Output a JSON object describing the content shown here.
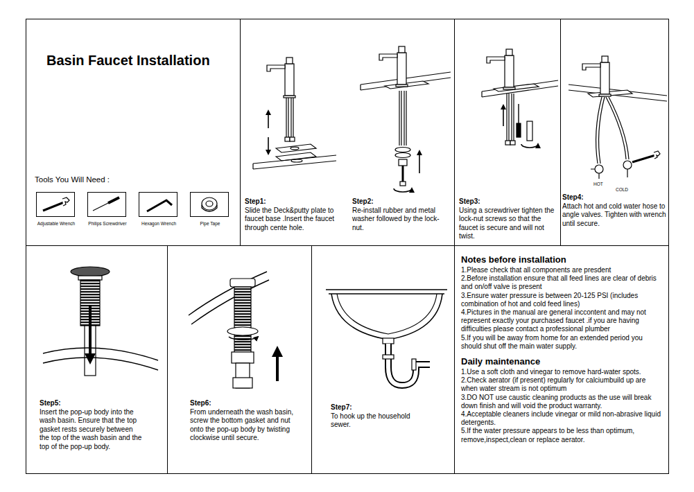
{
  "diagram": {
    "title": "Basin Faucet Installation",
    "nodes": [
      {
        "text": [
          "Tools You Will Need :"
        ]
      },
      {
        "text": [
          "Adjustable Wrench"
        ],
        "in": 0
      },
      {
        "text": [
          "Philips Screwdriver"
        ],
        "in": 0
      },
      {
        "text": [
          "Hexagon Wrench"
        ],
        "in": 0
      },
      {
        "text": [
          "Pipe Tape"
        ],
        "in": 0
      },
      {
        "text": [
          "Step1:",
          "Slide the Deck&putty plate to faucet base .Insert the faucet through cente hole."
        ]
      },
      {
        "text": [
          "Step2:",
          "Re-install rubber and metal washer followed by the lock-nut."
        ]
      },
      {
        "text": [
          "Step3:",
          "Using a screwdriver tighten the lock-nut screws so that the faucet is secure and will not twist."
        ]
      },
      {
        "text": [
          "Step4:",
          "Attach hot and cold water hose to angle valves. Tighten with wrench until secure."
        ]
      },
      {
        "text": [
          "Step5:",
          "Insert the pop-up body into the wash basin. Ensure that the top gasket rests securely between the top of the wash basin and the top of the pop-up body."
        ]
      },
      {
        "text": [
          "Step6:",
          "From underneath the wash basin, screw the bottom gasket and nut onto the pop-up body by twisting clockwise until secure."
        ]
      },
      {
        "text": [
          "Step7:",
          "To hook up the household sewer."
        ]
      },
      {
        "text": [
          "Notes before installation",
          "1.Please check that all components are presdent",
          "2.Before installation ensure that all feed lines are clear of debris and on/off valve is present",
          "3.Ensure water pressure is between 20-125 PSI (includes combination of hot and cold feed lines)",
          "4.Pictures in the manual are general inccontent and may not represent exactly your purchased faucet .if you are having difficulties please contact a professional plumber",
          "5.If you will be away from home for an extended period you should shut off the main water supply.",
          "Daily maintenance",
          "1.Use a soft cloth and vinegar to remove hard-water spots.",
          "2.Check aerator (if present) regularly for calciumbuild up are when water stream is not optimum",
          "3.DO NOT use caustic cleaning products as the use will break down finish and will void the product warranty.",
          "4.Acceptable cleaners include vinegar or mild non-abrasive liquid detergents.",
          "5.If the water pressure appears to be less than optimum, remove,inspect,clean or replace aerator."
        ]
      }
    ],
    "labels": [
      "HOT",
      "COLD"
    ]
  }
}
